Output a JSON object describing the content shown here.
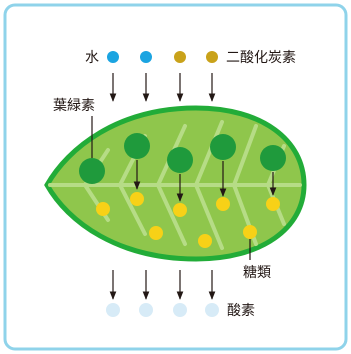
{
  "labels": {
    "water": "水",
    "co2": "二酸化炭素",
    "chlorophyll": "葉緑素",
    "sugar": "糖類",
    "oxygen": "酸素"
  },
  "colors": {
    "frame_border": "#8fd3ea",
    "water_dot": "#1ba4e1",
    "co2_dot": "#c9a21a",
    "leaf_fill": "#8fc64c",
    "leaf_edge": "#22ac38",
    "leaf_vein": "#b6dc86",
    "chloroplast": "#1f9a3c",
    "sugar_dot": "#f7d117",
    "oxygen_dot": "#d7ebf7",
    "arrow": "#231815"
  }
}
